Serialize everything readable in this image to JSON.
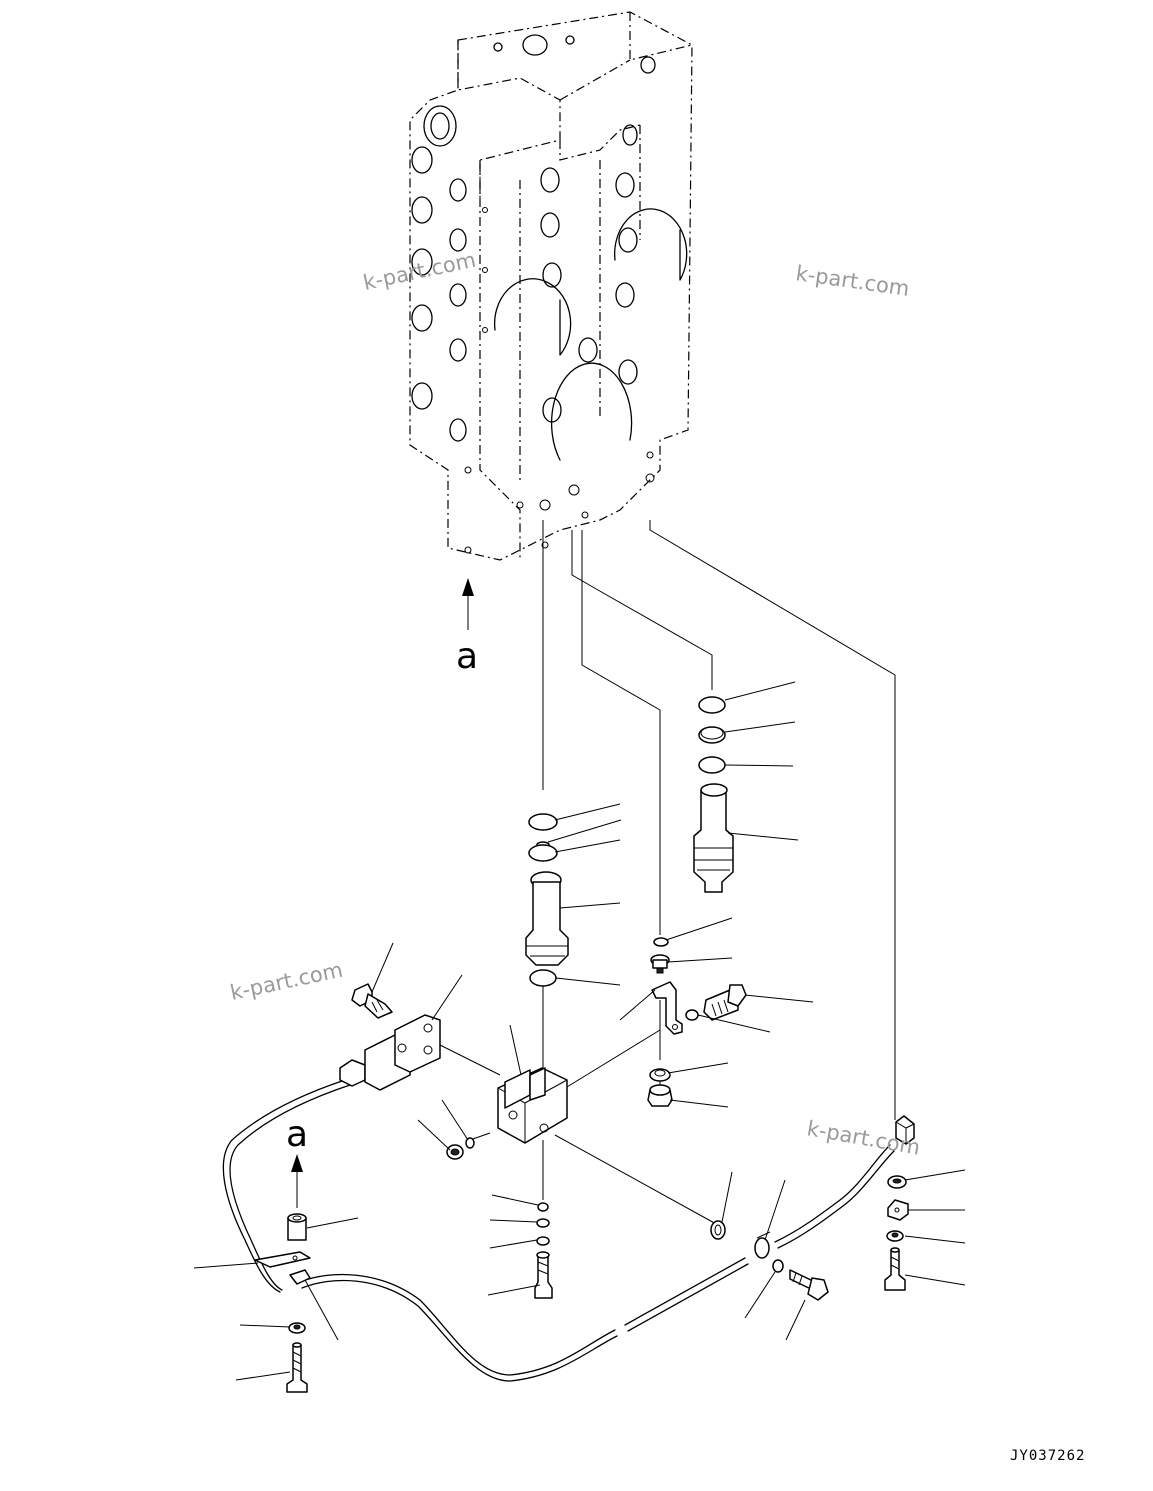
{
  "watermark": "k-part.com",
  "view_label": "a",
  "drawing_code": "JY037262"
}
